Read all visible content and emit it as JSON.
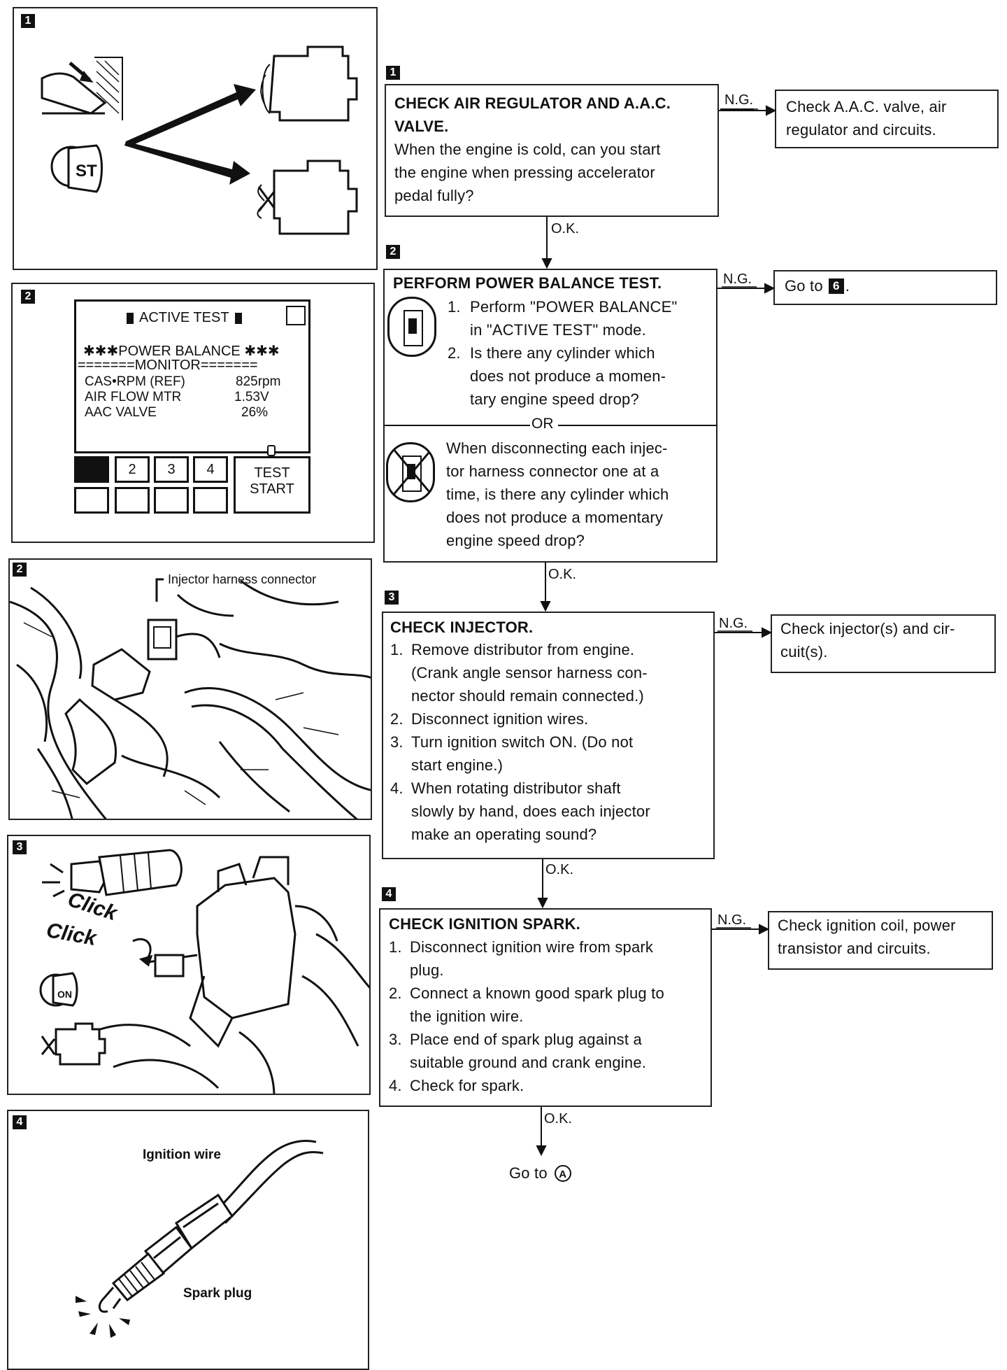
{
  "panels": {
    "p1": {
      "num": "1"
    },
    "p2": {
      "num": "2",
      "title": "ACTIVE TEST",
      "subtitle": "✱✱✱POWER BALANCE ✱✱✱",
      "monitor": "=======MONITOR=======",
      "rows": [
        {
          "label": "CAS•RPM (REF)",
          "value": "825rpm"
        },
        {
          "label": "AIR FLOW MTR",
          "value": "1.53V"
        },
        {
          "label": "AAC VALVE",
          "value": "26%"
        }
      ],
      "cells": [
        "",
        "2",
        "3",
        "4"
      ],
      "test_button": [
        "TEST",
        "START"
      ]
    },
    "p3": {
      "num": "2",
      "callout": "Injector harness connector"
    },
    "p4": {
      "num": "3",
      "click1": "Click",
      "click2": "Click",
      "on": "ON"
    },
    "p5": {
      "num": "4",
      "ignition_wire": "Ignition wire",
      "spark_plug": "Spark plug"
    }
  },
  "flow": {
    "steps": [
      {
        "num": "1",
        "title_lines": [
          "CHECK AIR REGULATOR AND A.A.C.",
          "VALVE."
        ],
        "body_lines": [
          "When the engine is cold, can you start",
          "the engine when pressing accelerator",
          "pedal fully?"
        ],
        "ng_label": "N.G.",
        "ng_text": [
          "Check A.A.C. valve, air",
          "regulator and circuits."
        ],
        "ok_label": "O.K."
      },
      {
        "num": "2",
        "title": "PERFORM POWER BALANCE TEST.",
        "items": [
          {
            "n": "1.",
            "lines": [
              "Perform \"POWER BALANCE\"",
              "in \"ACTIVE TEST\" mode."
            ]
          },
          {
            "n": "2.",
            "lines": [
              "Is there any cylinder which",
              "does not produce a momen-",
              "tary engine speed drop?"
            ]
          }
        ],
        "or": "OR",
        "alt_lines": [
          "When disconnecting each injec-",
          "tor harness connector one at a",
          "time, is there any cylinder which",
          "does not produce a momentary",
          "engine speed drop?"
        ],
        "ng_label": "N.G.",
        "ng_text": "Go to",
        "ng_ref": "6",
        "ng_end": ".",
        "ok_label": "O.K."
      },
      {
        "num": "3",
        "title": "CHECK INJECTOR.",
        "items": [
          {
            "n": "1.",
            "lines": [
              "Remove distributor from engine.",
              "(Crank angle sensor harness con-",
              "nector should remain connected.)"
            ]
          },
          {
            "n": "2.",
            "lines": [
              "Disconnect ignition wires."
            ]
          },
          {
            "n": "3.",
            "lines": [
              "Turn ignition switch ON. (Do not",
              "start engine.)"
            ]
          },
          {
            "n": "4.",
            "lines": [
              "When rotating distributor shaft",
              "slowly by hand, does each injector",
              "make an operating sound?"
            ]
          }
        ],
        "ng_label": "N.G.",
        "ng_text": [
          "Check injector(s) and cir-",
          "cuit(s)."
        ],
        "ok_label": "O.K."
      },
      {
        "num": "4",
        "title": "CHECK IGNITION SPARK.",
        "items": [
          {
            "n": "1.",
            "lines": [
              "Disconnect ignition wire from spark",
              "plug."
            ]
          },
          {
            "n": "2.",
            "lines": [
              "Connect a known good spark plug to",
              "the ignition wire."
            ]
          },
          {
            "n": "3.",
            "lines": [
              "Place end of spark plug against a",
              "suitable ground and crank engine."
            ]
          },
          {
            "n": "4.",
            "lines": [
              "Check for spark."
            ]
          }
        ],
        "ng_label": "N.G.",
        "ng_text": [
          "Check ignition coil, power",
          "transistor and circuits."
        ],
        "ok_label": "O.K."
      }
    ],
    "final": {
      "text": "Go to",
      "ref": "A"
    }
  }
}
